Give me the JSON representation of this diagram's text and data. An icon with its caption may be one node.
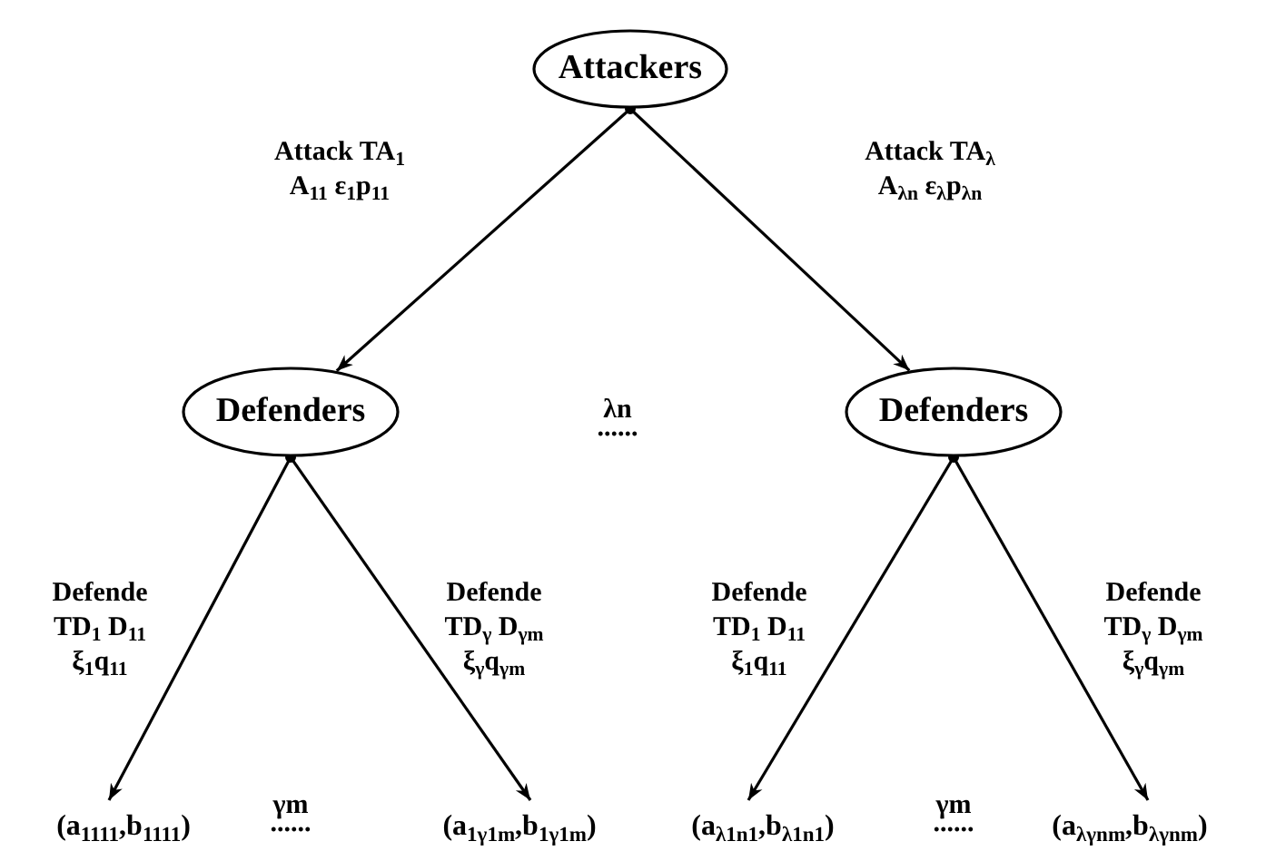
{
  "diagram": {
    "nodes": [
      {
        "text": [
          "Attackers"
        ]
      },
      {
        "text": [
          "Defenders"
        ]
      },
      {
        "text": [
          "Defenders"
        ]
      },
      {
        "text": [
          "(a$_{1111}$,b$_{1111}$)"
        ]
      },
      {
        "text": [
          "(a$_{1γ1m}$,b$_{1γ1m}$)"
        ]
      },
      {
        "text": [
          "(a$_{λ1n1}$,b$_{λ1n1}$)"
        ]
      },
      {
        "text": [
          "(a$_{λγnm}$,b$_{λγnm}$)"
        ]
      }
    ],
    "edges": [
      {
        "from": 0,
        "to": 1,
        "arrow": "to",
        "label": "Attack TA$_{1}$ A$_{11}$ ε$_{1}$p$_{11}$"
      },
      {
        "from": 0,
        "to": 2,
        "arrow": "to",
        "label": "Attack TA$_{λ}$ A$_{λn}$ ε$_{λ}$p$_{λn}$"
      },
      {
        "from": 1,
        "to": 3,
        "arrow": "to",
        "label": "Defende TD$_{1}$ D$_{11}$ ξ$_{1}$q$_{11}$"
      },
      {
        "from": 1,
        "to": 4,
        "arrow": "to",
        "label": "Defende TD$_{γ}$ D$_{γm}$ ξ$_{γ}$q$_{γm}$"
      },
      {
        "from": 2,
        "to": 5,
        "arrow": "to",
        "label": "Defende TD$_{1}$ D$_{11}$ ξ$_{1}$q$_{11}$"
      },
      {
        "from": 2,
        "to": 6,
        "arrow": "to",
        "label": "Defende TD$_{γ}$ D$_{γm}$ ξ$_{γ}$q$_{γm}$"
      }
    ],
    "labels": [
      "λn",
      "......",
      "γm",
      "......",
      "γm",
      "......"
    ]
  }
}
